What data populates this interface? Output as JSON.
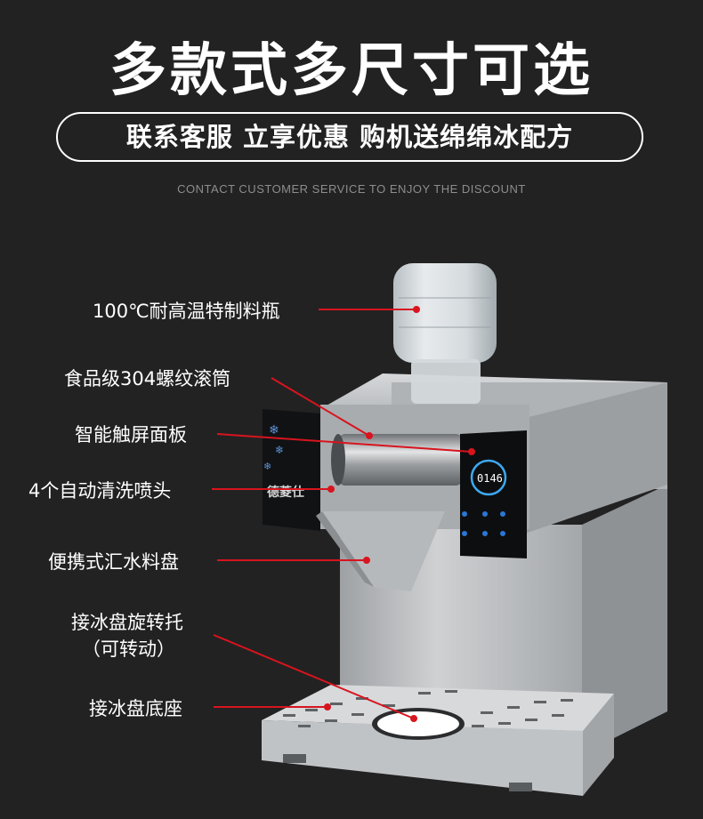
{
  "header": {
    "title": "多款式多尺寸可选",
    "banner": "联系客服 立享优惠 购机送绵绵冰配方",
    "subtitle": "CONTACT CUSTOMER SERVICE TO ENJOY THE DISCOUNT"
  },
  "callouts": {
    "bottle": "100℃耐高温特制料瓶",
    "drum": "食品级304螺纹滚筒",
    "panel": "智能触屏面板",
    "nozzle": "4个自动清洗喷头",
    "tray": "便携式汇水料盘",
    "turntable_line1": "接冰盘旋转托",
    "turntable_line2": "（可转动）",
    "base": "接冰盘底座"
  },
  "machine": {
    "brand": "德菱仕",
    "display": "0146"
  },
  "colors": {
    "background": "#222222",
    "leader_line": "#d8141e",
    "steel": "#b9bcbf"
  }
}
